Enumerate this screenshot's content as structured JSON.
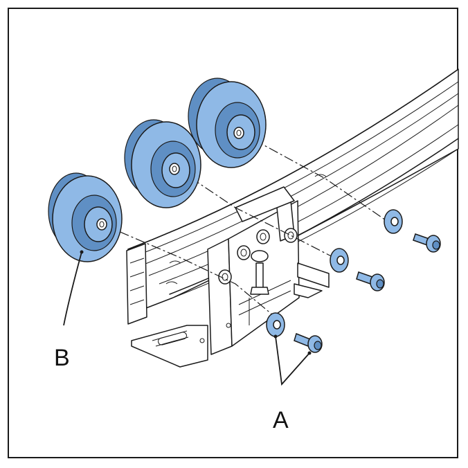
{
  "colors": {
    "part_fill": "#8fb9e6",
    "part_dark": "#5f8fc4",
    "outline": "#1a1a1a",
    "background": "#ffffff"
  },
  "callouts": {
    "a": "A",
    "b": "B"
  },
  "parts": {
    "rollers": 3,
    "washers": 3,
    "screws": 3
  }
}
